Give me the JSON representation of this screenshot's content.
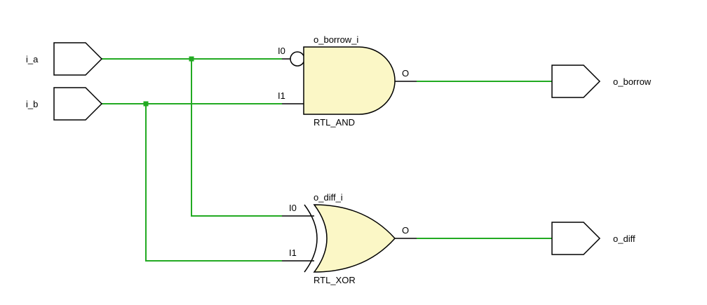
{
  "colors": {
    "wire": "#22aa22",
    "gate_fill": "#fbf7c6",
    "outline": "#000000",
    "background": "#ffffff"
  },
  "ports": {
    "inputs": [
      {
        "id": "i_a",
        "label": "i_a"
      },
      {
        "id": "i_b",
        "label": "i_b"
      }
    ],
    "outputs": [
      {
        "id": "o_borrow",
        "label": "o_borrow"
      },
      {
        "id": "o_diff",
        "label": "o_diff"
      }
    ]
  },
  "cells": {
    "and_gate": {
      "instance": "o_borrow_i",
      "type": "RTL_AND",
      "pin_i0": "I0",
      "pin_i1": "I1",
      "pin_o": "O"
    },
    "xor_gate": {
      "instance": "o_diff_i",
      "type": "RTL_XOR",
      "pin_i0": "I0",
      "pin_i1": "I1",
      "pin_o": "O"
    }
  }
}
